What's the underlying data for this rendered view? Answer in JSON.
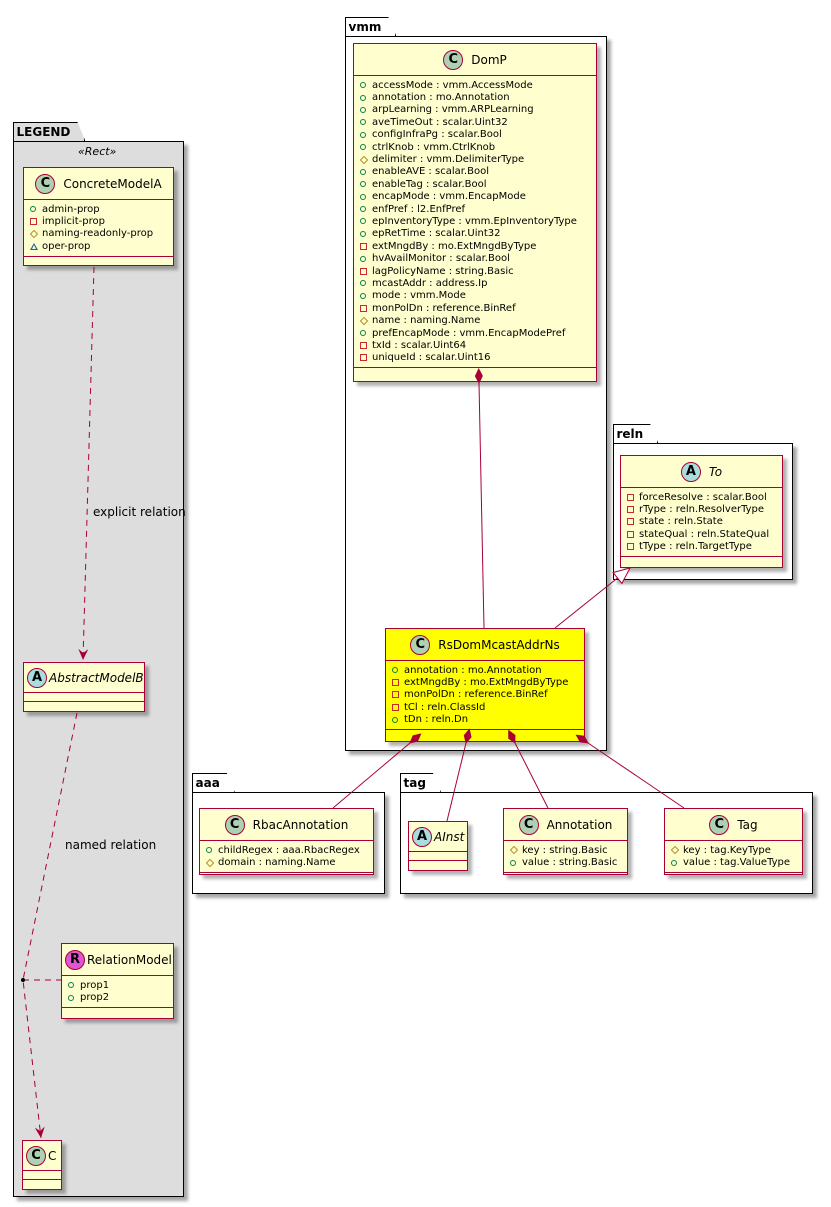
{
  "colors": {
    "class_fill": "#fefece",
    "highlight_fill": "#ffff00",
    "border": "#a80036",
    "legend_fill": "#dddddd",
    "public": "#038048",
    "private": "#c82930",
    "protected": "#b38d22",
    "package_private": "#1963a0"
  },
  "packages": {
    "legend": {
      "name": "LEGEND",
      "stereotype": "«Rect»"
    },
    "vmm": {
      "name": "vmm"
    },
    "reln": {
      "name": "reln"
    },
    "aaa": {
      "name": "aaa"
    },
    "tag": {
      "name": "tag"
    }
  },
  "classes": {
    "concreteModelA": {
      "badge": "C",
      "name": "ConcreteModelA",
      "attrs": [
        {
          "vis": "public",
          "text": "admin-prop"
        },
        {
          "vis": "private",
          "text": "implicit-prop"
        },
        {
          "vis": "protected",
          "text": "naming-readonly-prop"
        },
        {
          "vis": "package",
          "text": "oper-prop"
        }
      ]
    },
    "abstractModelB": {
      "badge": "A",
      "name": "AbstractModelB"
    },
    "relationModel": {
      "badge": "R",
      "name": "RelationModel",
      "attrs": [
        {
          "vis": "public",
          "text": "prop1"
        },
        {
          "vis": "public",
          "text": "prop2"
        }
      ]
    },
    "c": {
      "badge": "C",
      "name": "C"
    },
    "domP": {
      "badge": "C",
      "name": "DomP",
      "attrs": [
        {
          "vis": "public",
          "text": "accessMode : vmm.AccessMode"
        },
        {
          "vis": "public",
          "text": "annotation : mo.Annotation"
        },
        {
          "vis": "public",
          "text": "arpLearning : vmm.ARPLearning"
        },
        {
          "vis": "public",
          "text": "aveTimeOut : scalar.Uint32"
        },
        {
          "vis": "public",
          "text": "configInfraPg : scalar.Bool"
        },
        {
          "vis": "public",
          "text": "ctrlKnob : vmm.CtrlKnob"
        },
        {
          "vis": "protected",
          "text": "delimiter : vmm.DelimiterType"
        },
        {
          "vis": "public",
          "text": "enableAVE : scalar.Bool"
        },
        {
          "vis": "public",
          "text": "enableTag : scalar.Bool"
        },
        {
          "vis": "public",
          "text": "encapMode : vmm.EncapMode"
        },
        {
          "vis": "public",
          "text": "enfPref : l2.EnfPref"
        },
        {
          "vis": "public",
          "text": "epInventoryType : vmm.EpInventoryType"
        },
        {
          "vis": "public",
          "text": "epRetTime : scalar.Uint32"
        },
        {
          "vis": "private",
          "text": "extMngdBy : mo.ExtMngdByType"
        },
        {
          "vis": "public",
          "text": "hvAvailMonitor : scalar.Bool"
        },
        {
          "vis": "private",
          "text": "lagPolicyName : string.Basic"
        },
        {
          "vis": "public",
          "text": "mcastAddr : address.Ip"
        },
        {
          "vis": "public",
          "text": "mode : vmm.Mode"
        },
        {
          "vis": "private",
          "text": "monPolDn : reference.BinRef"
        },
        {
          "vis": "protected",
          "text": "name : naming.Name"
        },
        {
          "vis": "public",
          "text": "prefEncapMode : vmm.EncapModePref"
        },
        {
          "vis": "private",
          "text": "txId : scalar.Uint64"
        },
        {
          "vis": "private",
          "text": "uniqueId : scalar.Uint16"
        }
      ]
    },
    "to": {
      "badge": "A",
      "name": "To",
      "attrs": [
        {
          "vis": "private",
          "text": "forceResolve : scalar.Bool"
        },
        {
          "vis": "private",
          "text": "rType : reln.ResolverType"
        },
        {
          "vis": "private",
          "text": "state : reln.State"
        },
        {
          "vis": "private",
          "text": "stateQual : reln.StateQual"
        },
        {
          "vis": "private",
          "text": "tType : reln.TargetType"
        }
      ]
    },
    "rsDomMcastAddrNs": {
      "badge": "C",
      "name": "RsDomMcastAddrNs",
      "attrs": [
        {
          "vis": "public",
          "text": "annotation : mo.Annotation"
        },
        {
          "vis": "private",
          "text": "extMngdBy : mo.ExtMngdByType"
        },
        {
          "vis": "private",
          "text": "monPolDn : reference.BinRef"
        },
        {
          "vis": "private",
          "text": "tCl : reln.ClassId"
        },
        {
          "vis": "public",
          "text": "tDn : reln.Dn"
        }
      ]
    },
    "rbacAnnotation": {
      "badge": "C",
      "name": "RbacAnnotation",
      "attrs": [
        {
          "vis": "public",
          "text": "childRegex : aaa.RbacRegex"
        },
        {
          "vis": "protected",
          "text": "domain : naming.Name"
        }
      ]
    },
    "aInst": {
      "badge": "A",
      "name": "AInst"
    },
    "annotation": {
      "badge": "C",
      "name": "Annotation",
      "attrs": [
        {
          "vis": "protected",
          "text": "key : string.Basic"
        },
        {
          "vis": "public",
          "text": "value : string.Basic"
        }
      ]
    },
    "tag": {
      "badge": "C",
      "name": "Tag",
      "attrs": [
        {
          "vis": "protected",
          "text": "key : tag.KeyType"
        },
        {
          "vis": "public",
          "text": "value : tag.ValueType"
        }
      ]
    }
  },
  "relations": {
    "explicit": {
      "label": "explicit relation",
      "from": "ConcreteModelA",
      "to": "AbstractModelB",
      "type": "dependency"
    },
    "named": {
      "label": "named relation",
      "from": "AbstractModelB",
      "to": "C",
      "type": "dependency",
      "association_class": "RelationModel"
    },
    "domp_rs": {
      "from": "DomP",
      "to": "RsDomMcastAddrNs",
      "type": "composition"
    },
    "rs_to": {
      "from": "RsDomMcastAddrNs",
      "to": "To",
      "type": "generalization"
    },
    "rs_rbac": {
      "from": "RsDomMcastAddrNs",
      "to": "RbacAnnotation",
      "type": "composition"
    },
    "rs_ainst": {
      "from": "RsDomMcastAddrNs",
      "to": "AInst",
      "type": "composition"
    },
    "rs_annotation": {
      "from": "RsDomMcastAddrNs",
      "to": "Annotation",
      "type": "composition"
    },
    "rs_tag": {
      "from": "RsDomMcastAddrNs",
      "to": "Tag",
      "type": "composition"
    }
  }
}
